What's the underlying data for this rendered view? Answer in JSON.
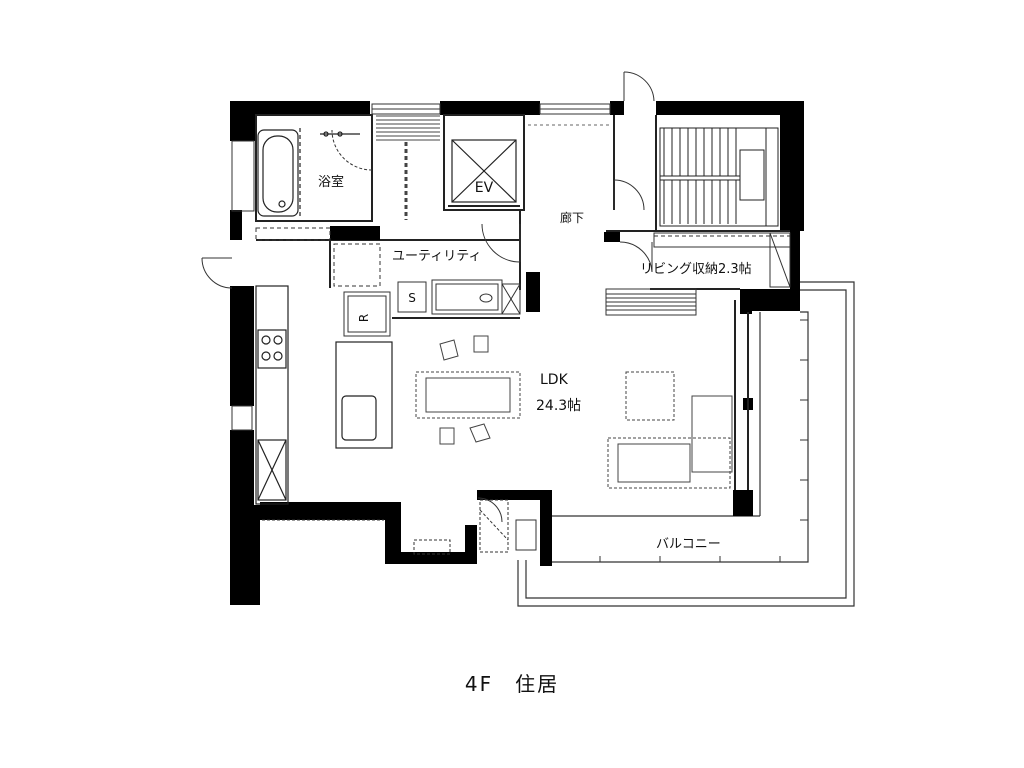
{
  "rooms": {
    "bath": "浴室",
    "ev": "EV",
    "corridor": "廊下",
    "utility": "ユーティリティ",
    "storage": "リビング収納2.3帖",
    "ldk": "LDK",
    "ldk_area": "24.3帖",
    "balcony": "バルコニー"
  },
  "fixtures": {
    "fridge": "R",
    "sink_s": "S"
  },
  "caption": {
    "floor": "4F",
    "use": "住居"
  },
  "colors": {
    "wall": "#000000",
    "line": "#333333",
    "dashed": "#666666",
    "background": "#ffffff"
  }
}
